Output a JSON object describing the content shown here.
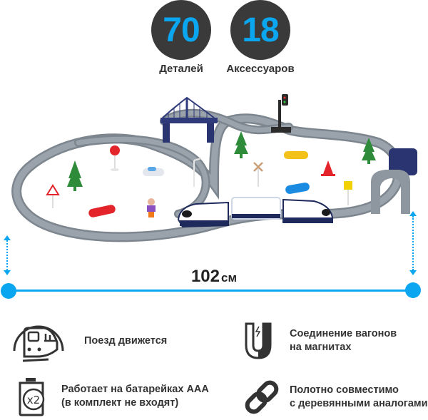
{
  "stats": [
    {
      "value": "70",
      "label": "Деталей"
    },
    {
      "value": "18",
      "label": "Аксессуаров"
    }
  ],
  "scene": {
    "description": "Railway set: figure-eight grey track, blue suspension bridge, tunnel, signal light, electric train with 3 cars, toy cars, trees, road signs, cone, figurine",
    "icons": [
      "bridge-icon",
      "tunnel-icon",
      "signal-light-icon",
      "train-icon",
      "car-icon",
      "tree-icon",
      "stop-sign-icon",
      "cone-icon",
      "railroad-crossing-icon"
    ]
  },
  "measurement": {
    "value": "102",
    "unit": "см"
  },
  "features": [
    {
      "icon": "train-moving-icon",
      "line1": "Поезд движется",
      "line2": ""
    },
    {
      "icon": "magnet-icon",
      "line1": "Соединение вагонов",
      "line2": "на магнитах"
    },
    {
      "icon": "battery-x2-icon",
      "line1": "Работает на батарейках AAA",
      "line2": "(в комплект не входят)",
      "badge": "x2"
    },
    {
      "icon": "chain-link-icon",
      "line1": "Полотно совместимо",
      "line2": "с деревянными аналогами"
    }
  ],
  "colors": {
    "accent": "#0aa6f0",
    "circle_bg": "#3a3a3a",
    "text": "#333333",
    "track": "#8e979f",
    "train_navy": "#1f2a5c"
  }
}
